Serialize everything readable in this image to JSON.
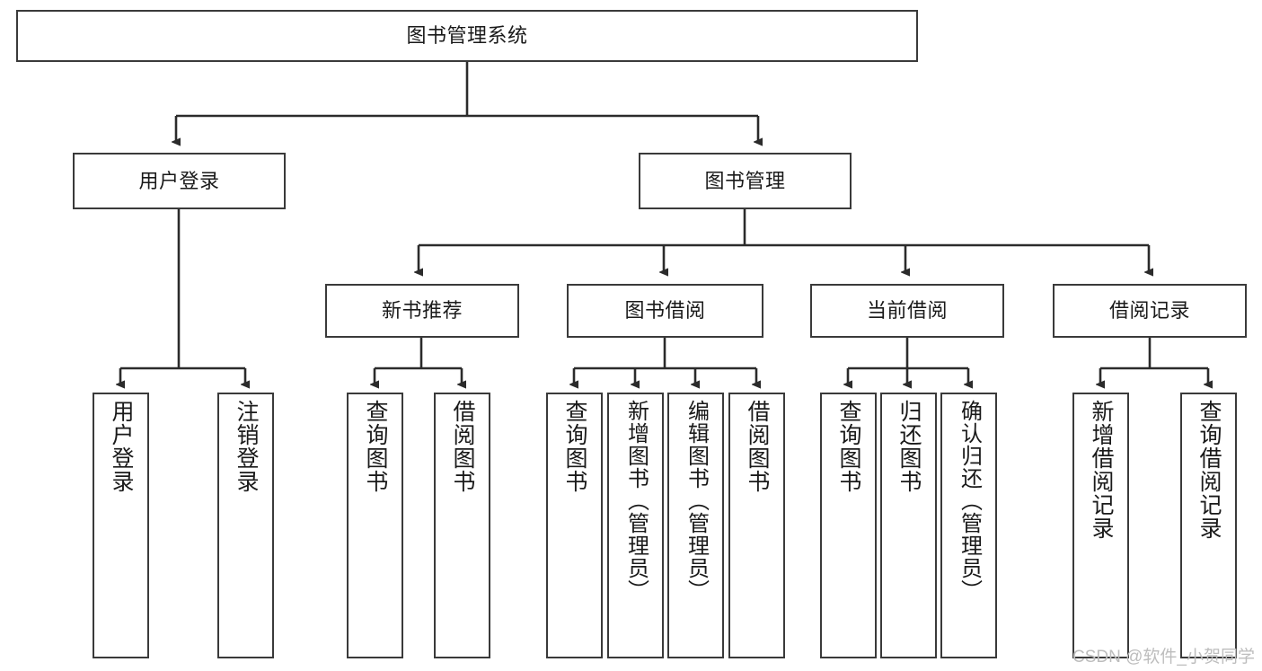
{
  "diagram": {
    "title": "图书管理系统",
    "type": "tree-hierarchy-chart",
    "colors": {
      "box_border": "#3a3a3a",
      "box_fill": "#ffffff",
      "edge": "#2b2b2b",
      "text": "#1a1a1a",
      "watermark": "#bdbdbd",
      "background": "#ffffff"
    },
    "root": {
      "label": "图书管理系统"
    },
    "level2": [
      {
        "label": "用户登录"
      },
      {
        "label": "图书管理"
      }
    ],
    "level3": [
      {
        "label": "新书推荐"
      },
      {
        "label": "图书借阅"
      },
      {
        "label": "当前借阅"
      },
      {
        "label": "借阅记录"
      }
    ],
    "leaves": {
      "user_login": [
        {
          "label": "用户登录"
        },
        {
          "label": "注销登录"
        }
      ],
      "new_book_recommend": [
        {
          "label": "查询图书"
        },
        {
          "label": "借阅图书"
        }
      ],
      "book_borrow": [
        {
          "label": "查询图书"
        },
        {
          "label": "新增图书（管理员）"
        },
        {
          "label": "编辑图书（管理员）"
        },
        {
          "label": "借阅图书"
        }
      ],
      "current_borrow": [
        {
          "label": "查询图书"
        },
        {
          "label": "归还图书"
        },
        {
          "label": "确认归还（管理员）"
        }
      ],
      "borrow_record": [
        {
          "label": "新增借阅记录"
        },
        {
          "label": "查询借阅记录"
        }
      ]
    }
  },
  "watermark": {
    "text": "CSDN @软件_小贺同学"
  }
}
